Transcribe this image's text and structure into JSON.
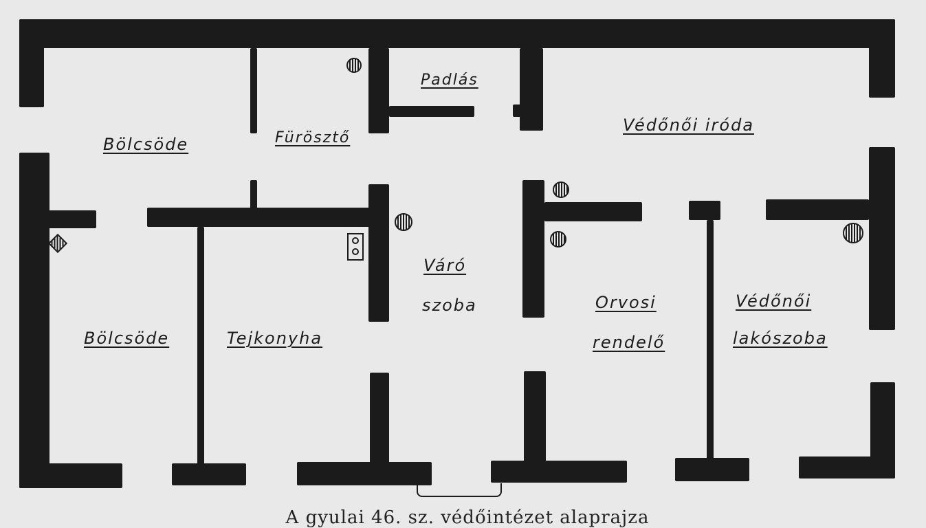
{
  "rooms": {
    "bolcsode_top": "Bölcsöde",
    "furoszto": "Fürösztő",
    "padlas": "Padlás",
    "vedonoi_iroda": "Védőnői iróda",
    "bolcsode_bottom": "Bölcsöde",
    "tejkonyha": "Tejkonyha",
    "varo_line1": "Váró",
    "varo_line2": "szoba",
    "orvosi_line1": "Orvosi",
    "orvosi_line2": "rendelő",
    "vedonoi_lako_line1": "Védőnői",
    "vedonoi_lako_line2": "lakószoba"
  },
  "caption": "A gyulai 46. sz. védőintézet alaprajza",
  "colors": {
    "wall": "#1b1b1b",
    "paper": "#e9e9e9"
  },
  "icons": [
    "stove-icon",
    "sink-icon",
    "chimney-icon",
    "entrance-step-icon"
  ]
}
